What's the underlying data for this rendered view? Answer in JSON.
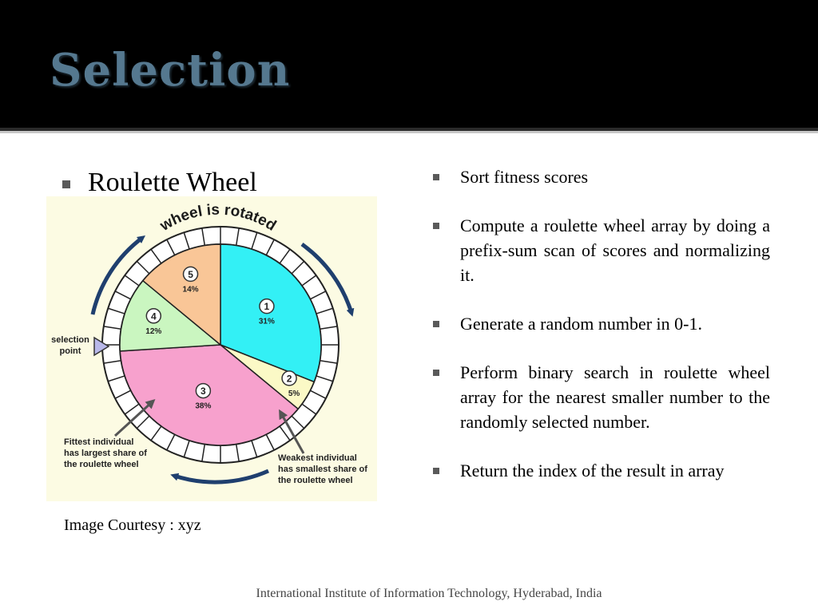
{
  "slide": {
    "title": "Selection",
    "left_heading": "Roulette Wheel",
    "image_courtesy": "Image Courtesy : xyz",
    "footer": "International Institute of Information Technology, Hyderabad, India"
  },
  "bullets": [
    "Sort fitness scores",
    "Compute a roulette wheel array by doing a prefix-sum scan of scores and normalizing it.",
    "Generate a random number in 0-1.",
    "Perform binary search in roulette wheel array for the nearest smaller number to the randomly selected number.",
    "Return the index of the result in array"
  ],
  "figure": {
    "rotation_label": "wheel is rotated",
    "selection_label_line1": "selection",
    "selection_label_line2": "point",
    "fittest_line1": "Fittest individual",
    "fittest_line2": "has largest share of",
    "fittest_line3": "the roulette wheel",
    "weakest_line1": "Weakest individual",
    "weakest_line2": "has smallest share of",
    "weakest_line3": "the roulette wheel",
    "colors": {
      "background": "#fcfbe3",
      "arrow": "#1f3f6e",
      "ring": "#ffffff",
      "outline": "#222222"
    }
  },
  "chart_data": {
    "type": "pie",
    "slices": [
      {
        "label": "1",
        "value": 31,
        "value_label": "31%",
        "color": "#33f0f5"
      },
      {
        "label": "2",
        "value": 5,
        "value_label": "5%",
        "color": "#fbf9c6"
      },
      {
        "label": "3",
        "value": 38,
        "value_label": "38%",
        "color": "#f7a1cd"
      },
      {
        "label": "4",
        "value": 12,
        "value_label": "12%",
        "color": "#caf6c0"
      },
      {
        "label": "5",
        "value": 14,
        "value_label": "14%",
        "color": "#f9c697"
      }
    ]
  }
}
